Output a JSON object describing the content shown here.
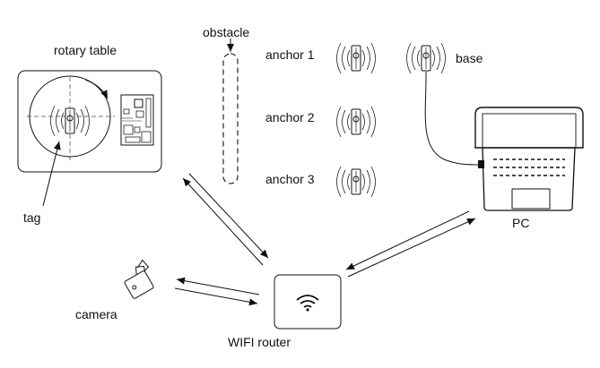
{
  "labels": {
    "rotary_table": "rotary table",
    "obstacle": "obstacle",
    "anchor_1": "anchor 1",
    "anchor_2": "anchor 2",
    "anchor_3": "anchor 3",
    "base": "base",
    "tag": "tag",
    "pc": "PC",
    "camera": "camera",
    "wifi_router": "WIFI router"
  },
  "colors": {
    "line": "#111111",
    "background": "#ffffff"
  },
  "icons": [
    "uwb-anchor-icon",
    "laptop-icon",
    "wifi-icon",
    "camera-icon",
    "circuit-board-icon"
  ]
}
